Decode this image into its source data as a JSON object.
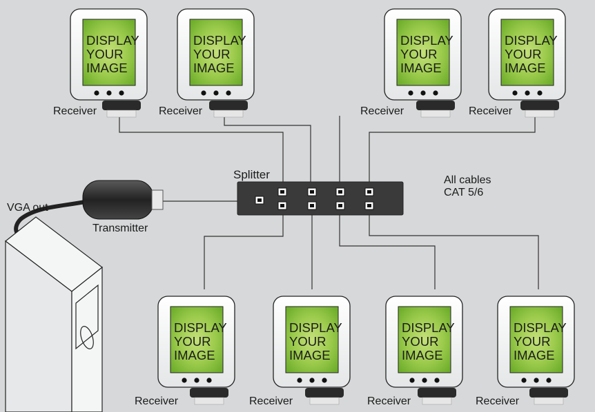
{
  "monitor": {
    "screen_lines": [
      "DISPLAY",
      "YOUR",
      "IMAGE"
    ],
    "receiver_label": "Receiver"
  },
  "labels": {
    "splitter": "Splitter",
    "transmitter": "Transmitter",
    "vga_out": "VGA out",
    "note_line1": "All cables",
    "note_line2": "CAT 5/6"
  },
  "colors": {
    "background": "#d6d8d9",
    "screen_green": "#8cc43c",
    "screen_green_light": "#c4e07a",
    "splitter_body": "#3a3a3a",
    "cable": "#333333"
  }
}
